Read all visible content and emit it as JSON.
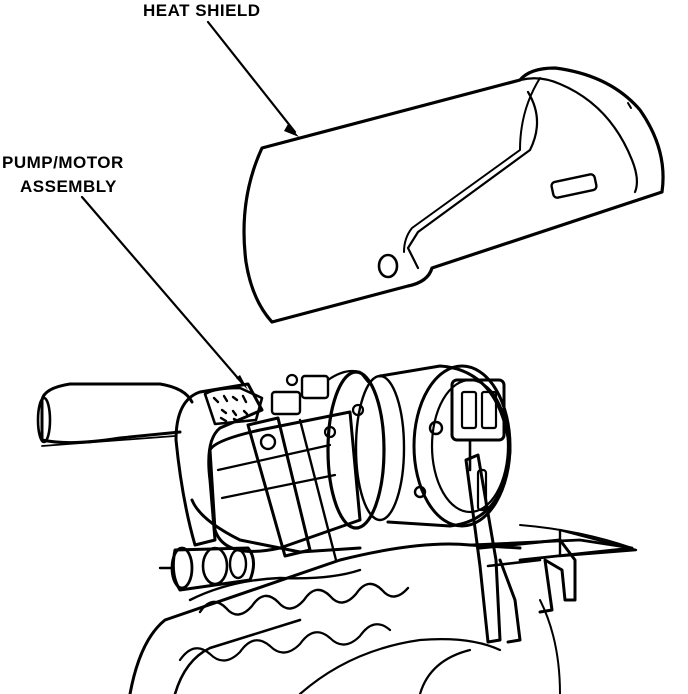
{
  "labels": {
    "heat_shield": "HEAT SHIELD",
    "pump_motor_line1": "PUMP/MOTOR",
    "pump_motor_line2": "ASSEMBLY"
  },
  "colors": {
    "ink": "#000000",
    "paper": "#ffffff"
  }
}
